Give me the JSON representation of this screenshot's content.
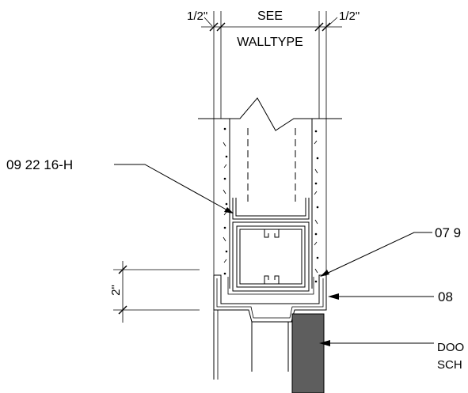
{
  "dims": {
    "left_offset": "1/2\"",
    "wall_label_line1": "SEE",
    "wall_label_line2": "WALLTYPE",
    "right_offset": "1/2\"",
    "vertical": "2\""
  },
  "callouts": {
    "gypsum": "09 22 16-H",
    "sealant": "07 9",
    "frame": "08",
    "door_line1": "DOO",
    "door_line2": "SCH"
  },
  "colors": {
    "linework": "#000000",
    "door_fill": "#5e5e5e",
    "background": "#ffffff"
  }
}
